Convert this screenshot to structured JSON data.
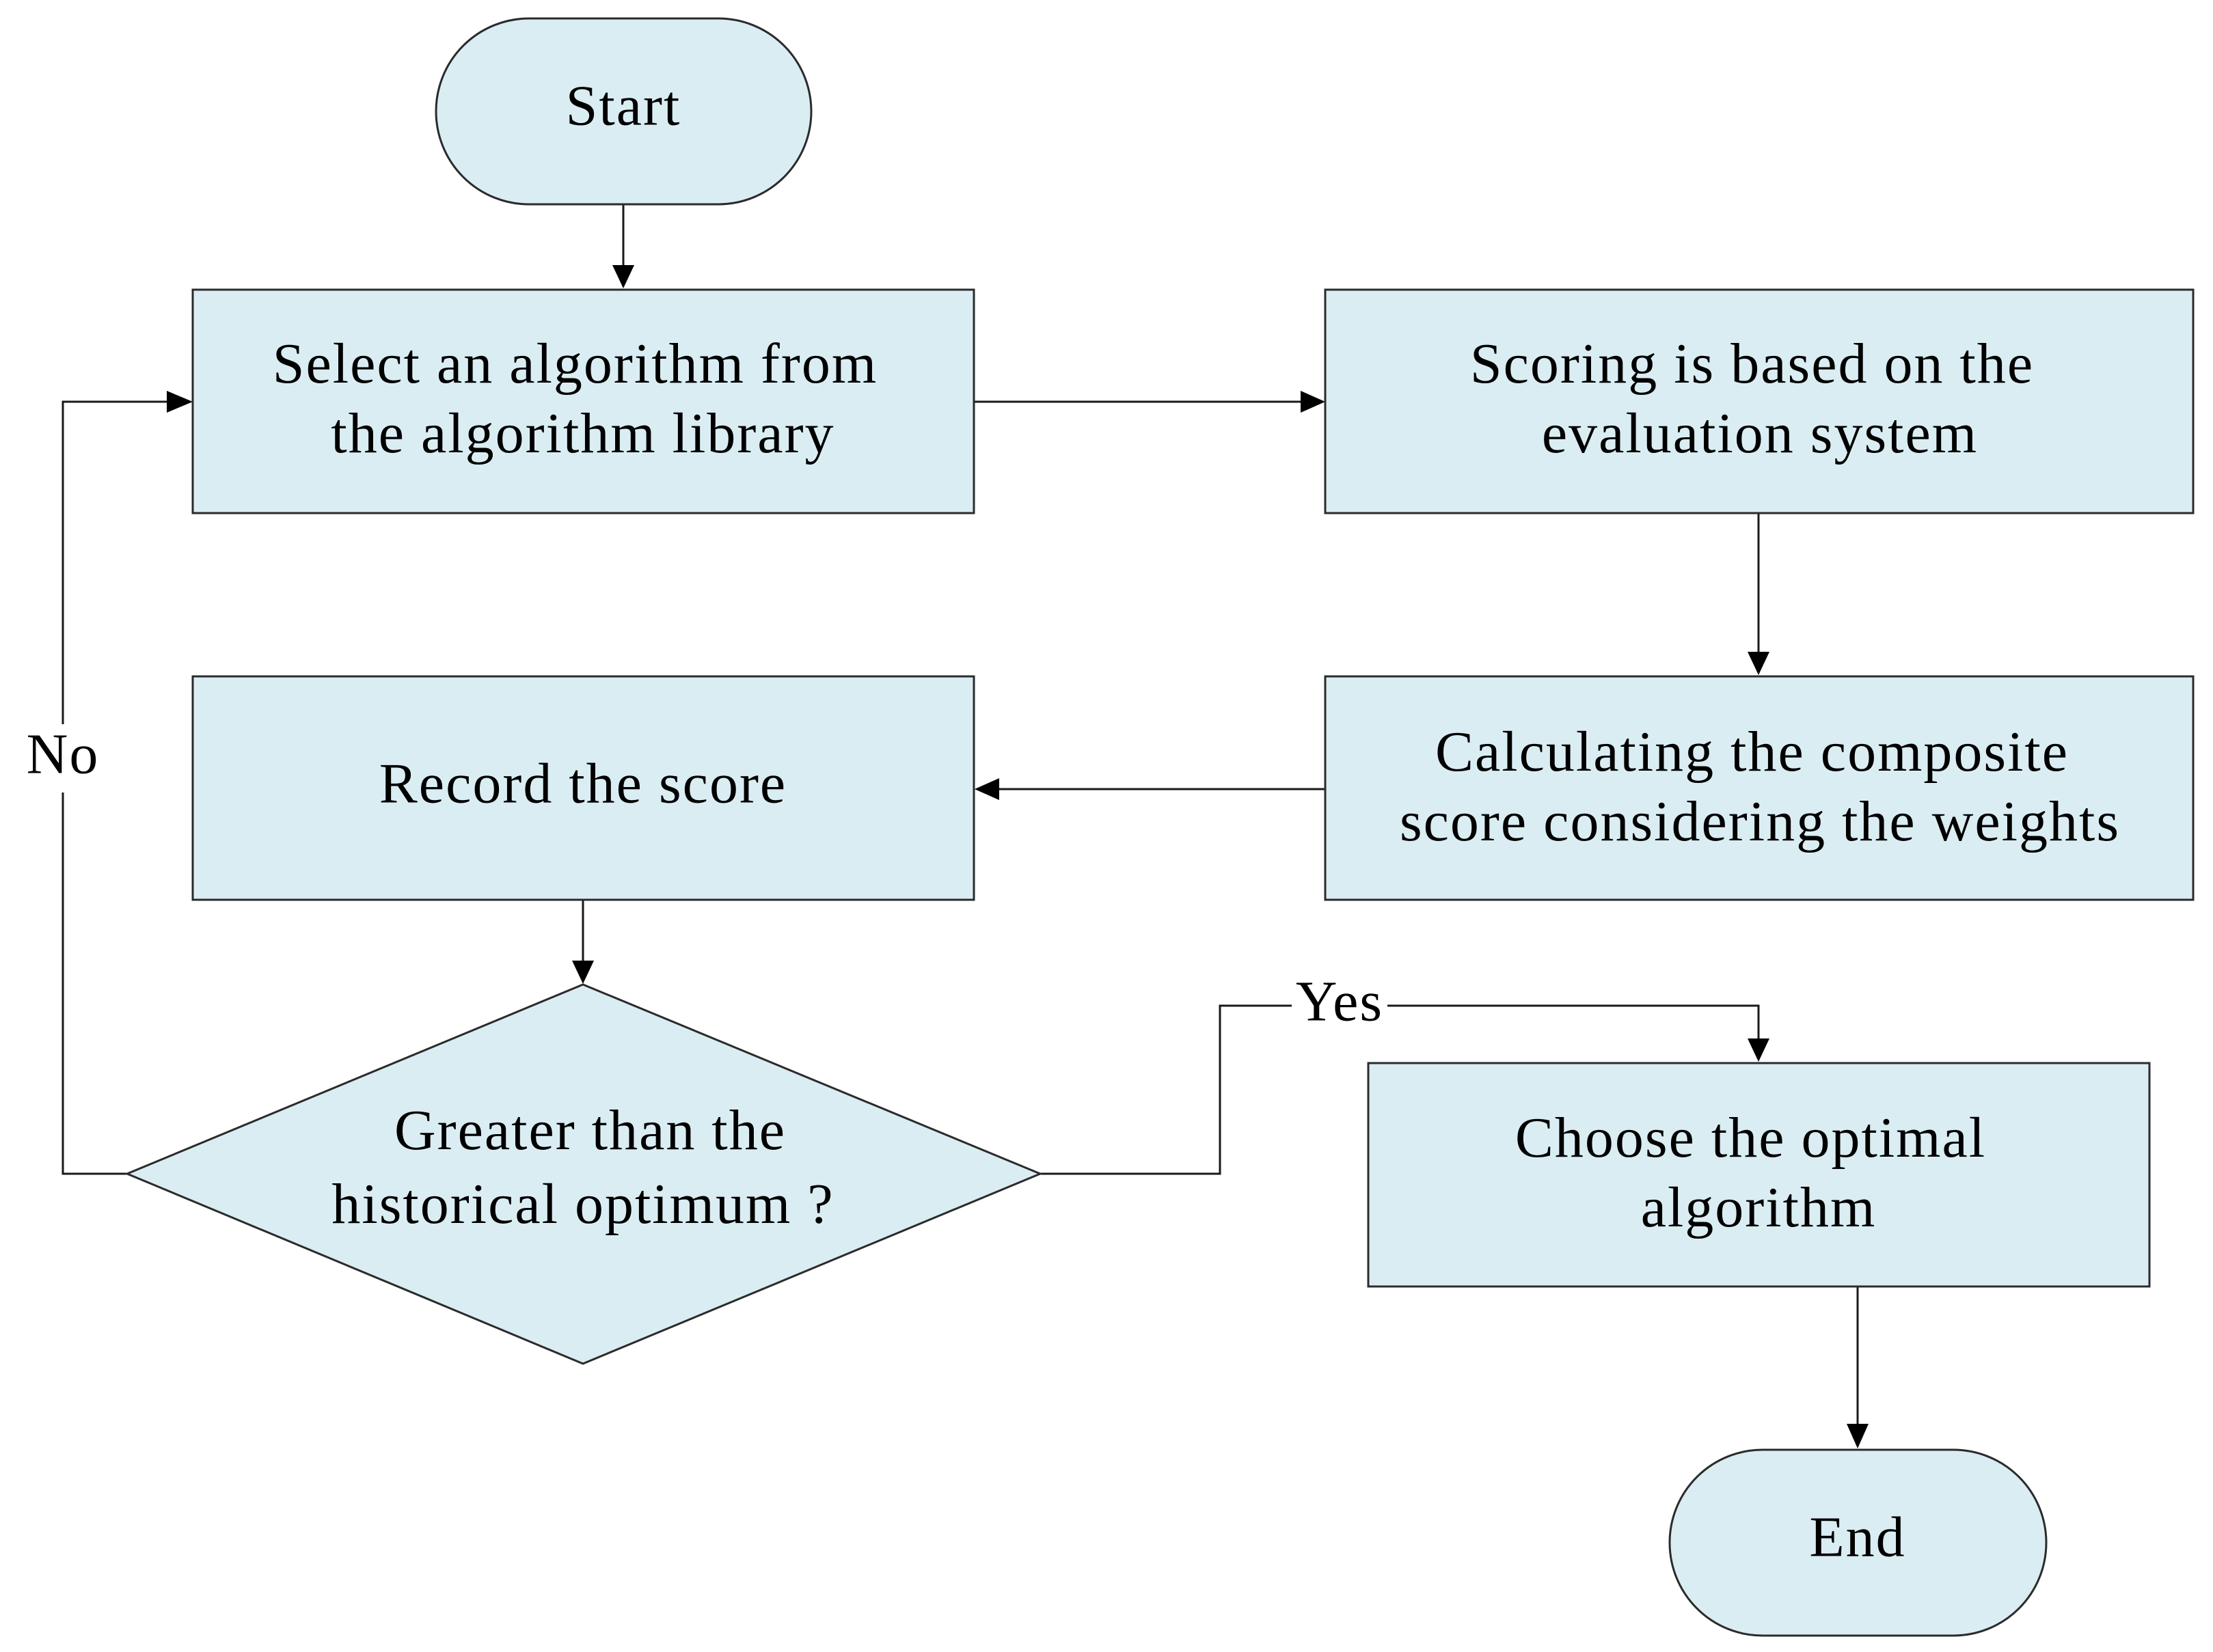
{
  "nodes": {
    "start": "Start",
    "select": [
      "Select an algorithm from",
      "the algorithm library"
    ],
    "scoring": [
      "Scoring is based on the",
      "evaluation system"
    ],
    "composite": [
      "Calculating the composite",
      "score considering the weights"
    ],
    "record": "Record the score",
    "decision": [
      "Greater than the",
      "historical optimum ?"
    ],
    "choose": [
      "Choose the optimal",
      "algorithm"
    ],
    "end": "End"
  },
  "edge_labels": {
    "yes": "Yes",
    "no": "No"
  },
  "colors": {
    "node_fill": "#daedf3",
    "stroke": "#2b2b2b",
    "text": "#000000"
  }
}
